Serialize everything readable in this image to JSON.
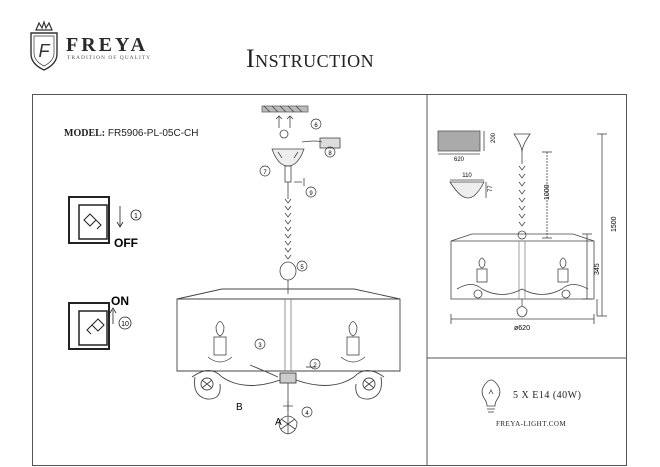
{
  "brand": {
    "name": "FREYA",
    "tagline": "TRADITION OF QUALITY",
    "logo_letter": "F"
  },
  "title": "Instruction",
  "model": {
    "label": "MODEL:",
    "value": "FR5906-PL-05C-CH"
  },
  "switches": {
    "off_label": "OFF",
    "off_step": "1",
    "on_label": "ON",
    "on_step": "10"
  },
  "steps": [
    "2",
    "3",
    "4",
    "5",
    "6",
    "7",
    "8",
    "9"
  ],
  "parts": {
    "a": "A",
    "b": "B"
  },
  "dimensions": {
    "canopy_width": "620",
    "canopy_height": "200",
    "cup_width": "110",
    "cup_height": "77",
    "chain_length": "1000",
    "overall_height": "1500",
    "shade_height": "345",
    "diameter": "ø620"
  },
  "bulb": {
    "spec": "5 X E14 (40W)",
    "icon": "bulb-icon"
  },
  "website": "FREYA-LIGHT.COM"
}
